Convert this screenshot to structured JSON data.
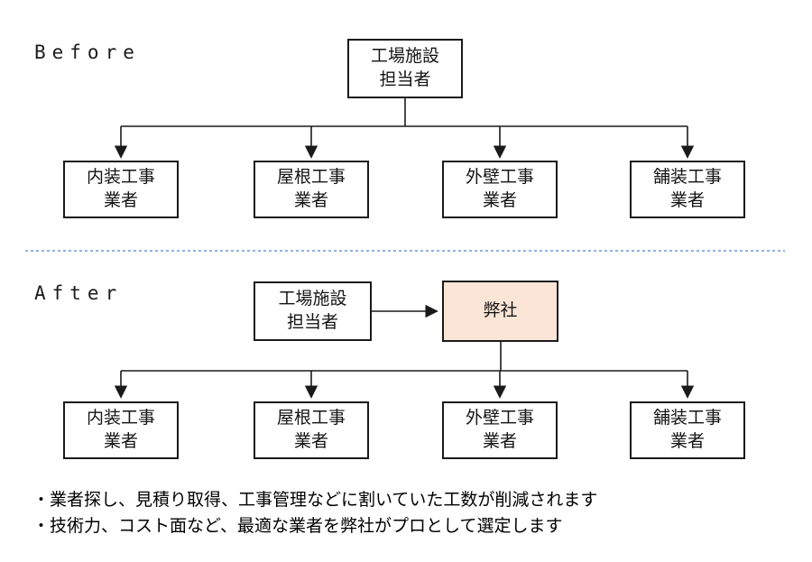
{
  "colors": {
    "line": "#1a1a1a",
    "company_fill": "#fbe5d6",
    "divider": "#8db3e2"
  },
  "before": {
    "label": "Before",
    "root": {
      "line1": "工場施設",
      "line2": "担当者"
    },
    "children": [
      {
        "line1": "内装工事",
        "line2": "業者"
      },
      {
        "line1": "屋根工事",
        "line2": "業者"
      },
      {
        "line1": "外壁工事",
        "line2": "業者"
      },
      {
        "line1": "舗装工事",
        "line2": "業者"
      }
    ]
  },
  "after": {
    "label": "After",
    "client": {
      "line1": "工場施設",
      "line2": "担当者"
    },
    "company": {
      "label": "弊社"
    },
    "children": [
      {
        "line1": "内装工事",
        "line2": "業者"
      },
      {
        "line1": "屋根工事",
        "line2": "業者"
      },
      {
        "line1": "外壁工事",
        "line2": "業者"
      },
      {
        "line1": "舗装工事",
        "line2": "業者"
      }
    ]
  },
  "notes": [
    "・業者探し、見積り取得、工事管理などに割いていた工数が削減されます",
    "・技術力、コスト面など、最適な業者を弊社がプロとして選定します"
  ]
}
